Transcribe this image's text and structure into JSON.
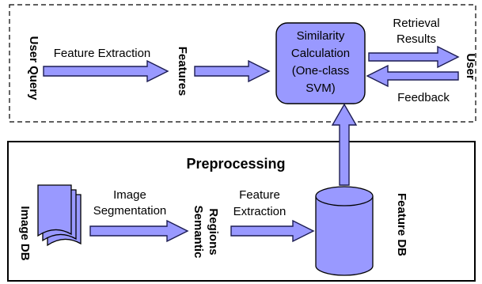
{
  "nodes": {
    "user_query": "User Query",
    "features": "Features",
    "similarity": [
      "Similarity",
      "Calculation",
      "(One-class",
      "SVM)"
    ],
    "user": "User",
    "preprocessing": "Preprocessing",
    "image_db": "Image DB",
    "semantic_regions": [
      "Semantic",
      "Regions"
    ],
    "feature_db": "Feature DB"
  },
  "edges": {
    "feature_extraction_top": "Feature Extraction",
    "retrieval_results": [
      "Retrieval",
      "Results"
    ],
    "feedback": "Feedback",
    "image_segmentation": [
      "Image",
      "Segmentation"
    ],
    "feature_extraction_bottom": [
      "Feature",
      "Extraction"
    ]
  },
  "colors": {
    "fill": "#9999ff",
    "stroke": "#1c1c52"
  }
}
